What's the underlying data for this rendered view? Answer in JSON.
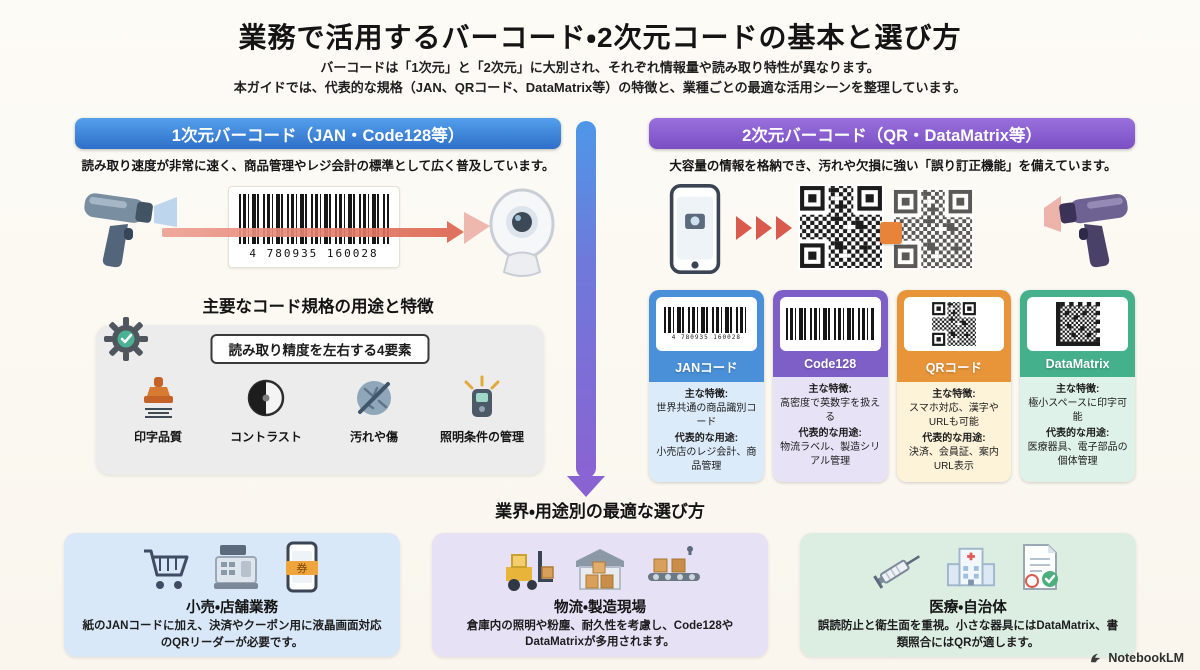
{
  "title": "業務で活用するバーコード・2次元コードの基本と選び方",
  "subtitle": {
    "line1": "バーコードは「1次元」と「2次元」に大別され、それぞれ情報量や読み取り特性が異なります。",
    "line2": "本ガイドでは、代表的な規格（JAN、QRコード、DataMatrix等）の特徴と、業種ごとの最適な活用シーンを整理しています。"
  },
  "left": {
    "header": "1次元バーコード（JAN・Code128等）",
    "description": "読み取り速度が非常に速く、商品管理やレジ会計の標準として広く普及しています。",
    "barcode_number": "4 780935 160028",
    "section_heading": "主要なコード規格の用途と特徴",
    "factors": {
      "title": "読み取り精度を左右する4要素",
      "items": [
        {
          "label": "印字品質",
          "icon": "stamp-icon"
        },
        {
          "label": "コントラスト",
          "icon": "contrast-icon"
        },
        {
          "label": "汚れや傷",
          "icon": "damage-icon"
        },
        {
          "label": "照明条件の管理",
          "icon": "lighting-icon"
        }
      ]
    }
  },
  "right": {
    "header": "2次元バーコード（QR・DataMatrix等）",
    "description": "大容量の情報を格納でき、汚れや欠損に強い「誤り訂正機能」を備えています。",
    "card_labels": {
      "feature": "主な特徴:",
      "use": "代表的な用途:"
    },
    "cards": [
      {
        "name": "JANコード",
        "feature": "世界共通の商品識別コード",
        "use": "小売店のレジ会計、商品管理",
        "color": "#4a90d9",
        "body_color": "#dcebfa"
      },
      {
        "name": "Code128",
        "feature": "高密度で英数字を扱える",
        "use": "物流ラベル、製造シリアル管理",
        "color": "#7d5fc7",
        "body_color": "#e8e2f7"
      },
      {
        "name": "QRコード",
        "feature": "スマホ対応、漢字やURLも可能",
        "use": "決済、会員証、案内URL表示",
        "color": "#e8953a",
        "body_color": "#fdf3d9"
      },
      {
        "name": "DataMatrix",
        "feature": "極小スペースに印字可能",
        "use": "医療器具、電子部品の個体管理",
        "color": "#45b08c",
        "body_color": "#def2e9"
      }
    ]
  },
  "bottom": {
    "heading": "業界・用途別の最適な選び方",
    "cards": [
      {
        "title": "小売・店舗業務",
        "description": "紙のJANコードに加え、決済やクーポン用に液晶画面対応のQRリーダーが必要です。",
        "color": "#d9e8f8"
      },
      {
        "title": "物流・製造現場",
        "description": "倉庫内の照明や粉塵、耐久性を考慮し、Code128やDataMatrixが多用されます。",
        "color": "#e7e1f6"
      },
      {
        "title": "医療・自治体",
        "description": "誤読防止と衛生面を重視。小さな器具にはDataMatrix、書類照合にはQRが適します。",
        "color": "#dceee2"
      }
    ]
  },
  "footer": {
    "brand": "NotebookLM"
  },
  "icons": {
    "ticket_char": "券"
  },
  "colors": {
    "left_banner": "#3f86dd",
    "right_banner": "#8a5fd0",
    "scan_red": "#dd6753",
    "error_correction_orange": "#e8833a",
    "background": "#fcfaf3"
  }
}
